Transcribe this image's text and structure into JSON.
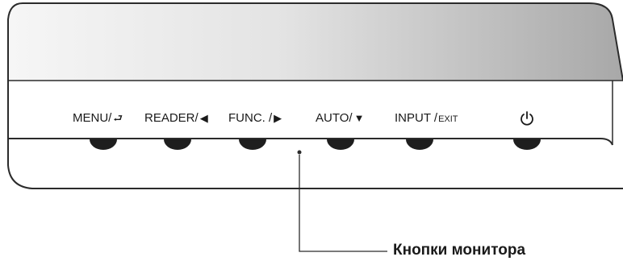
{
  "buttons": [
    {
      "id": "menu",
      "text": "MENU/",
      "symbol": "⮐",
      "small": ""
    },
    {
      "id": "reader",
      "text": "READER/",
      "symbol": "◀",
      "small": ""
    },
    {
      "id": "func",
      "text": "FUNC. /",
      "symbol": "▶",
      "small": ""
    },
    {
      "id": "auto",
      "text": "AUTO/",
      "symbol": "▼",
      "small": ""
    },
    {
      "id": "input",
      "text": "INPUT /",
      "symbol": "",
      "small": "EXIT"
    }
  ],
  "power_icon": "power-icon",
  "callout": {
    "label": "Кнопки монитора"
  },
  "colors": {
    "bezel_light": "#f4f4f4",
    "bezel_dark": "#a9a9a9",
    "outline": "#2b2b2b",
    "text": "#1a1a1a"
  }
}
